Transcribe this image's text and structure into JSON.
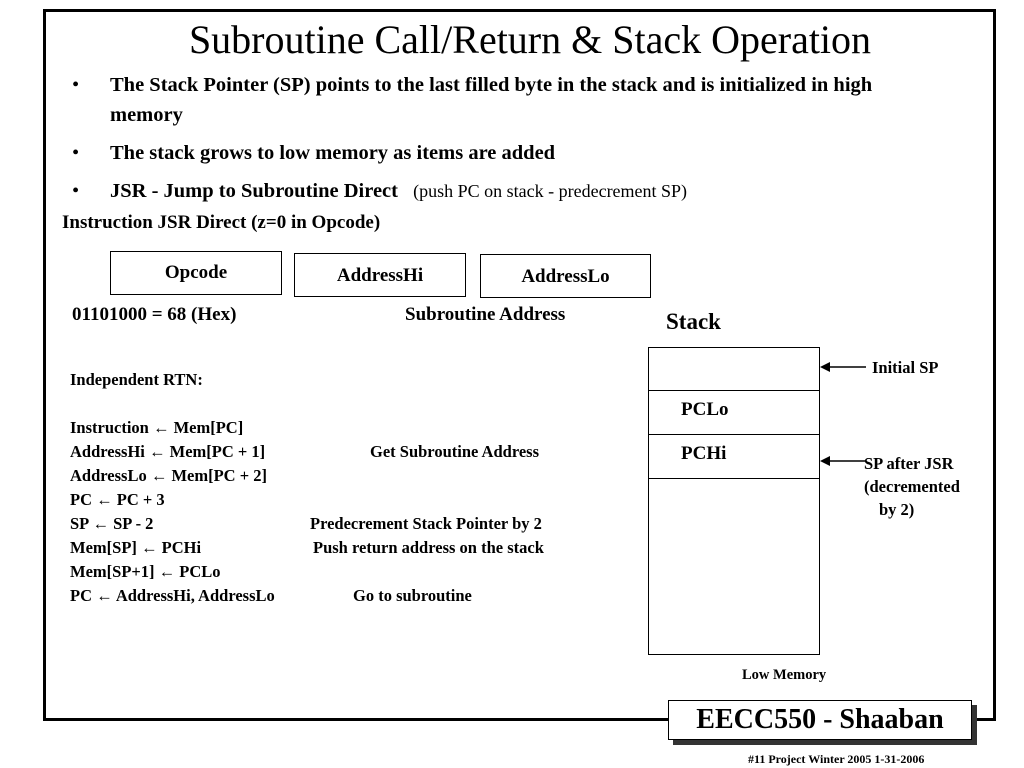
{
  "slide": {
    "title": "Subroutine Call/Return & Stack Operation",
    "bullets": [
      {
        "text": "The Stack Pointer (SP) points to the last filled byte in the stack and is initialized in high memory",
        "note": ""
      },
      {
        "text": "The stack grows to low memory as items are added",
        "note": ""
      },
      {
        "text": "JSR - Jump to Subroutine Direct",
        "note": "(push PC on stack - predecrement SP)"
      }
    ],
    "bullet_symbol": "•"
  },
  "instruction": {
    "heading": "Instruction  JSR Direct (z=0 in Opcode)",
    "fields": [
      "Opcode",
      "AddressHi",
      "AddressLo"
    ],
    "opcode_value": "01101000 = 68 (Hex)",
    "address_label": "Subroutine Address"
  },
  "rtn": {
    "heading": "Independent RTN:",
    "lines": [
      {
        "text": "Instruction  ←    Mem[PC]",
        "comment": ""
      },
      {
        "text": "AddressHi ←  Mem[PC + 1]",
        "comment": "Get Subroutine Address"
      },
      {
        "text": "AddressLo ←  Mem[PC + 2]",
        "comment": ""
      },
      {
        "text": "PC  ←    PC + 3",
        "comment": ""
      },
      {
        "text": "SP  ←    SP - 2",
        "comment": "Predecrement Stack Pointer by 2"
      },
      {
        "text": "Mem[SP]  ←    PCHi",
        "comment": "Push return address on the stack"
      },
      {
        "text": "Mem[SP+1]  ←    PCLo",
        "comment": ""
      },
      {
        "text": "PC  ← AddressHi, AddressLo",
        "comment": "Go to subroutine"
      }
    ]
  },
  "stack": {
    "title": "Stack",
    "cells": [
      "",
      "PCLo",
      "PCHi"
    ],
    "initial_sp": "Initial SP",
    "sp_after": [
      "SP after JSR",
      "(decremented",
      "by 2)"
    ],
    "low_memory": "Low Memory"
  },
  "branding": {
    "logo": "EECC550 - Shaaban",
    "footer": "#11   Project  Winter 2005   1-31-2006"
  }
}
